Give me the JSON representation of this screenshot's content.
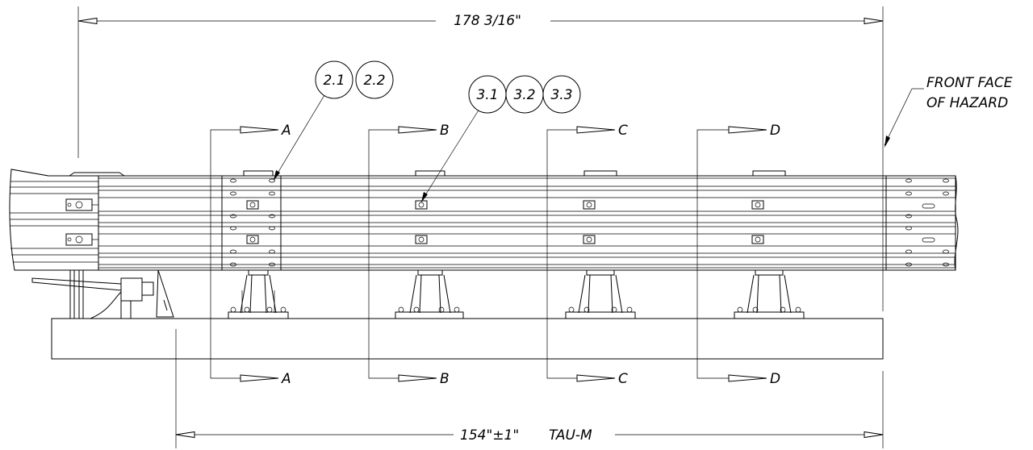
{
  "dimensions": {
    "overall_length": "178 3/16\"",
    "system_length": "154\"±1\"",
    "system_name": "TAU-M"
  },
  "callouts": {
    "front_face_line1": "FRONT FACE",
    "front_face_line2": "OF HAZARD"
  },
  "balloons": {
    "group_a": [
      "2.1",
      "2.2"
    ],
    "group_b": [
      "3.1",
      "3.2",
      "3.3"
    ]
  },
  "section_markers": {
    "a": "A",
    "b": "B",
    "c": "C",
    "d": "D"
  }
}
